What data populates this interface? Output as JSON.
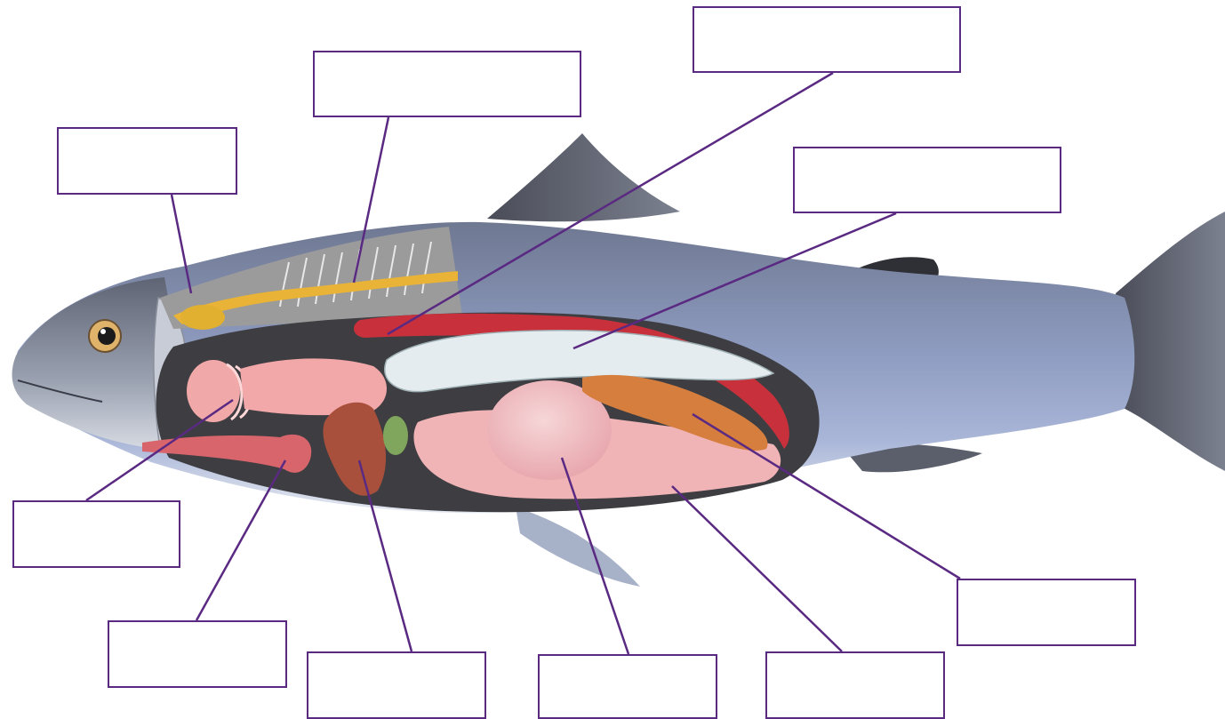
{
  "diagram": {
    "leader_color": "#5a2a82",
    "labels": [
      {
        "id": "spinal-cord",
        "text": ""
      },
      {
        "id": "vertebrae",
        "text": ""
      },
      {
        "id": "kidney",
        "text": ""
      },
      {
        "id": "swim-bladder",
        "text": ""
      },
      {
        "id": "gills",
        "text": ""
      },
      {
        "id": "heart",
        "text": ""
      },
      {
        "id": "liver",
        "text": ""
      },
      {
        "id": "stomach",
        "text": ""
      },
      {
        "id": "intestine",
        "text": ""
      },
      {
        "id": "gonad",
        "text": ""
      }
    ]
  }
}
